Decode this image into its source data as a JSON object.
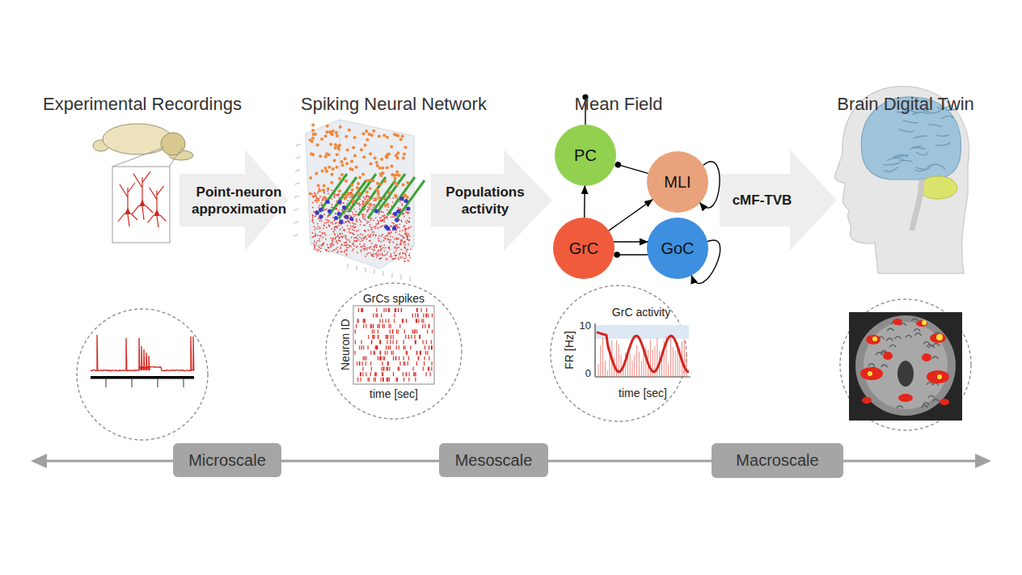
{
  "diagram": {
    "nodes": [
      {
        "text": [
          "Point-neuron approximation"
        ]
      },
      {
        "text": [
          "Populations activity"
        ]
      },
      {
        "text": [
          "PC"
        ]
      },
      {
        "text": [
          "MLI"
        ]
      },
      {
        "text": [
          "GrC"
        ]
      },
      {
        "text": [
          "GoC"
        ]
      },
      {
        "text": [
          "cMF-TVB"
        ]
      },
      {
        "text": [
          "Microscale"
        ]
      },
      {
        "text": [
          "Mesoscale"
        ]
      },
      {
        "text": [
          "Macroscale"
        ]
      }
    ],
    "edges": [
      {
        "from": 4,
        "to": 2,
        "arrow": "to"
      },
      {
        "from": 4,
        "to": 3,
        "arrow": "to"
      },
      {
        "from": 3,
        "to": 2,
        "arrow": "to"
      },
      {
        "from": 4,
        "to": 5,
        "arrow": "to"
      },
      {
        "from": 5,
        "to": 4,
        "arrow": "to"
      },
      {
        "from": 3,
        "to": 3,
        "arrow": "to"
      },
      {
        "from": 5,
        "to": 5,
        "arrow": "to"
      }
    ],
    "labels": [
      "Experimental Recordings",
      "Spiking Neural Network",
      "Mean Field",
      "Brain Digital Twin",
      "GrCs spikes",
      "Neuron ID",
      "time [sec]",
      "GrC activity",
      "10",
      "0",
      "FR [Hz]",
      "time [sec]"
    ]
  }
}
